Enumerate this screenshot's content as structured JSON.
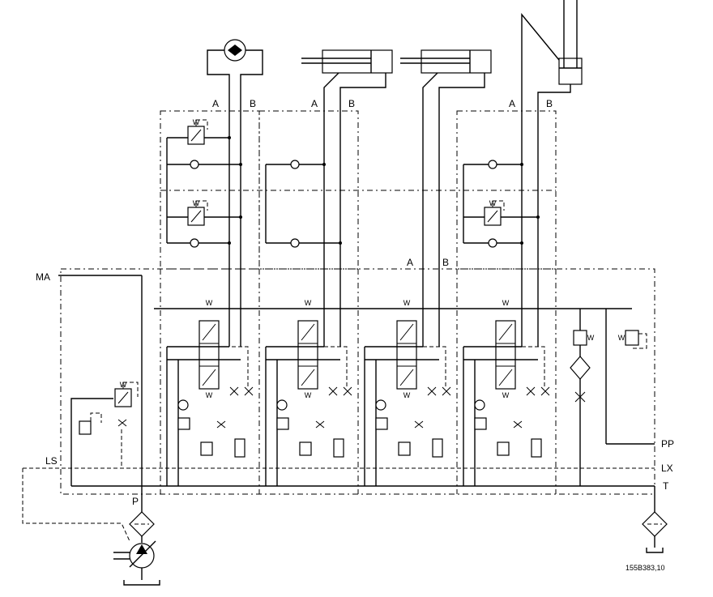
{
  "labels": {
    "ports_top": [
      "A",
      "B",
      "A",
      "B",
      "A",
      "B"
    ],
    "port_mid_a": "A",
    "port_mid_b": "B",
    "ma": "MA",
    "ls": "LS",
    "p": "P",
    "pp": "PP",
    "lx": "LX",
    "t": "T",
    "drawing_no": "155B383,10"
  },
  "symbols": {
    "spring": "W",
    "motor": "hydraulic-motor-icon",
    "cylinder": "hydraulic-cylinder-icon",
    "pump": "variable-pump-icon",
    "filter": "filter-icon"
  }
}
